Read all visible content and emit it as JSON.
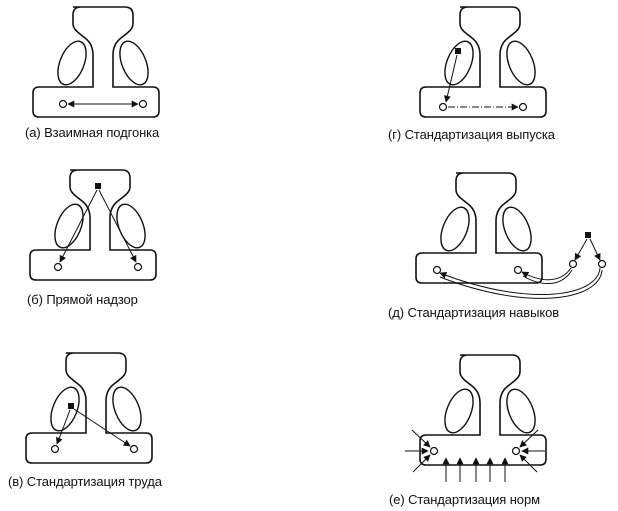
{
  "captions": {
    "a": "(а) Взаимная подгонка",
    "b": "(б) Прямой надзор",
    "v": "(в) Стандартизация труда",
    "g": "(г) Стандартизация выпуска",
    "d": "(д) Стандартизация навыков",
    "e": "(е) Стандартизация норм"
  }
}
